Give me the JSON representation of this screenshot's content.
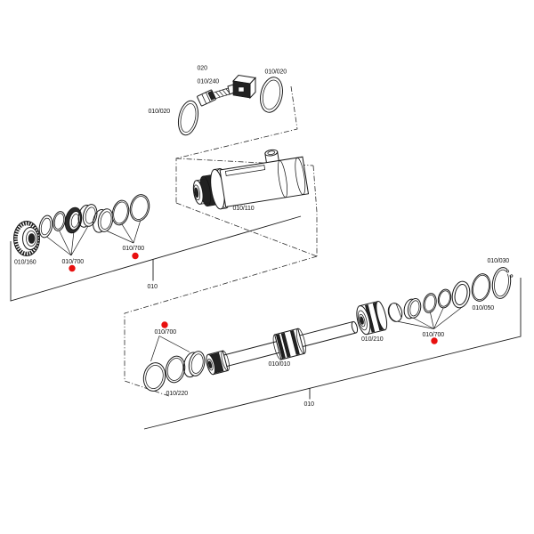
{
  "diagram": {
    "background": "#ffffff",
    "line_color": "#1a1a1a",
    "marker_color": "#e8100f",
    "marker_count": 4,
    "labels": {
      "top_group_020": "020",
      "solenoid_010_240": "010/240",
      "oring_top_left": "010/020",
      "oring_top_right": "010/020",
      "cylinder_010_110": "010/110",
      "lock_nut_010_160": "010/160",
      "seal_set_left": "010/700",
      "seal_set_mid": "010/700",
      "group_left_010": "010",
      "snap_ring_010_030": "010/030",
      "oring_010_050": "010/050",
      "seal_set_right": "010/700",
      "bushing_010_210": "010/210",
      "piston_rod_010_010": "010/010",
      "seal_set_bottom": "010/700",
      "ring_set_010_220": "010/220",
      "group_bottom_010": "010"
    }
  }
}
